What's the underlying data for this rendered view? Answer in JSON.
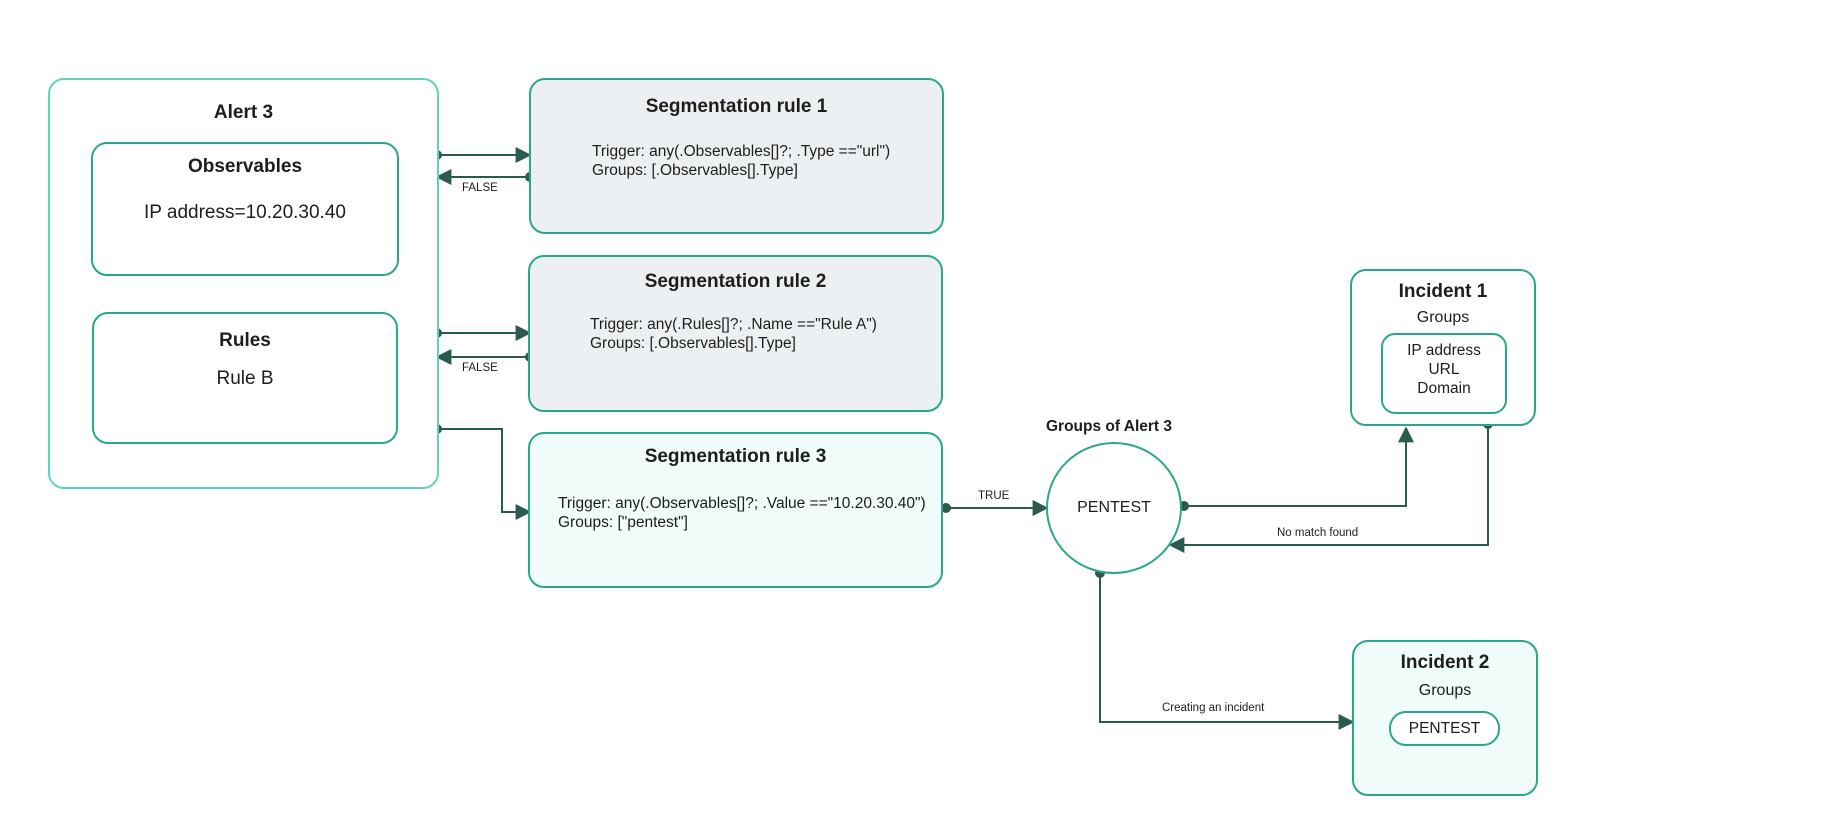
{
  "alert": {
    "title": "Alert 3",
    "observables": {
      "title": "Observables",
      "value": "IP address=10.20.30.40"
    },
    "rules": {
      "title": "Rules",
      "value": "Rule B"
    }
  },
  "segmentation_rules": [
    {
      "title": "Segmentation rule 1",
      "trigger": "Trigger: any(.Observables[]?; .Type ==\"url\")",
      "groups": "Groups: [.Observables[].Type]"
    },
    {
      "title": "Segmentation rule 2",
      "trigger": "Trigger: any(.Rules[]?; .Name ==\"Rule A\")",
      "groups": "Groups: [.Observables[].Type]"
    },
    {
      "title": "Segmentation rule 3",
      "trigger": "Trigger: any(.Observables[]?; .Value ==\"10.20.30.40\")",
      "groups": "Groups: [\"pentest\"]"
    }
  ],
  "edge_labels": {
    "false_1": "FALSE",
    "false_2": "FALSE",
    "true_3": "TRUE",
    "no_match": "No match found",
    "creating": "Creating an incident"
  },
  "groups_circle": {
    "title": "Groups of Alert 3",
    "value": "PENTEST"
  },
  "incident1": {
    "title": "Incident 1",
    "groups_label": "Groups",
    "items": [
      "IP address",
      "URL",
      "Domain"
    ]
  },
  "incident2": {
    "title": "Incident 2",
    "groups_label": "Groups",
    "value": "PENTEST"
  },
  "colors": {
    "stroke": "#2aa78a",
    "light_stroke": "#5fd3bc",
    "connector": "#2b5a4f",
    "grey_fill": "#edf0f3",
    "mint_fill": "#effcf9"
  }
}
